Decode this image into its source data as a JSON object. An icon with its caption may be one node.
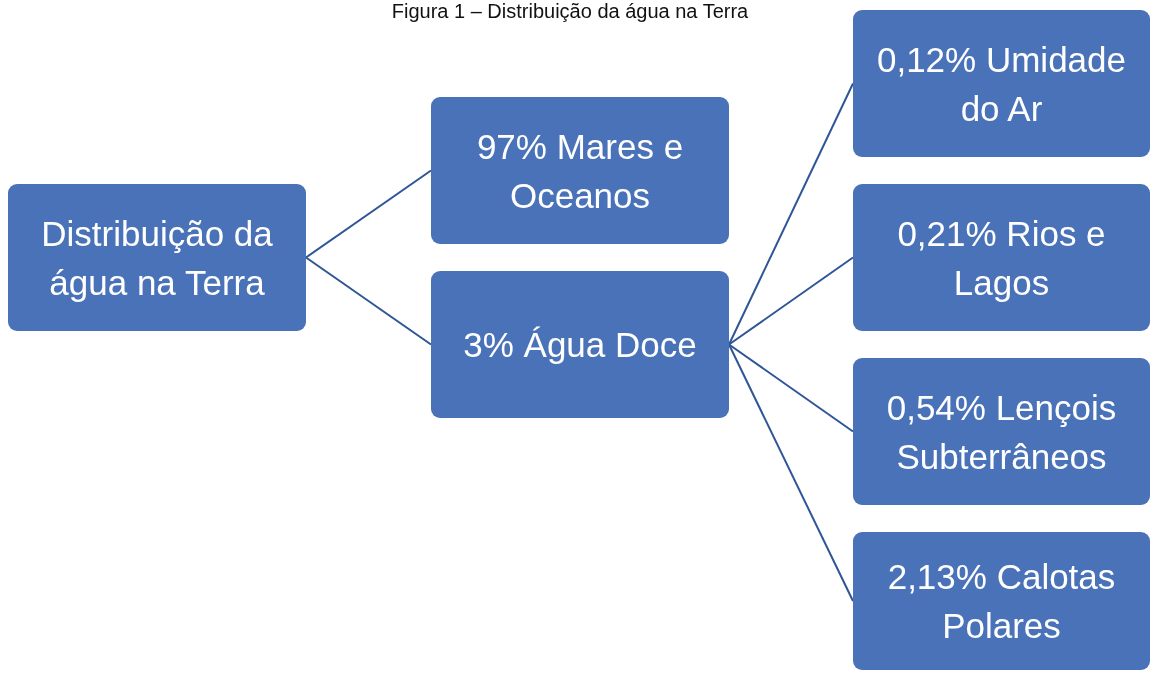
{
  "diagram": {
    "title": "Figura 1 – Distribuição da água na Terra",
    "nodes": [
      {
        "text": [
          "Distribuição da água na Terra"
        ]
      },
      {
        "text": [
          "97% Mares e Oceanos"
        ]
      },
      {
        "text": [
          "3% Água Doce"
        ]
      },
      {
        "text": [
          "0,12% Umidade do Ar"
        ]
      },
      {
        "text": [
          "0,21% Rios e Lagos"
        ]
      },
      {
        "text": [
          "0,54% Lençois Subterrâneos"
        ]
      },
      {
        "text": [
          "2,13% Calotas Polares"
        ]
      }
    ],
    "edges": [
      {
        "from": 0,
        "to": 1,
        "arrow": "none"
      },
      {
        "from": 0,
        "to": 2,
        "arrow": "none"
      },
      {
        "from": 2,
        "to": 3,
        "arrow": "none"
      },
      {
        "from": 2,
        "to": 4,
        "arrow": "none"
      },
      {
        "from": 2,
        "to": 5,
        "arrow": "none"
      },
      {
        "from": 2,
        "to": 6,
        "arrow": "none"
      }
    ]
  }
}
